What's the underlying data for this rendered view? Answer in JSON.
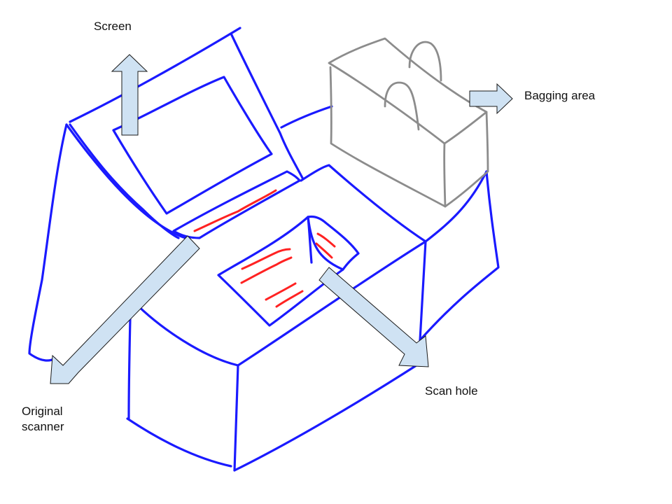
{
  "labels": {
    "screen": "Screen",
    "bagging_area": "Bagging area",
    "scan_hole": "Scan hole",
    "original_scanner_line1": "Original",
    "original_scanner_line2": "scanner"
  },
  "colors": {
    "kiosk_outline": "#1a1aff",
    "bag_outline": "#8c8c8c",
    "scan_lines": "#ff2222",
    "arrow_fill": "#cfe2f3",
    "arrow_stroke": "#1a1a1a",
    "text": "#111111"
  }
}
